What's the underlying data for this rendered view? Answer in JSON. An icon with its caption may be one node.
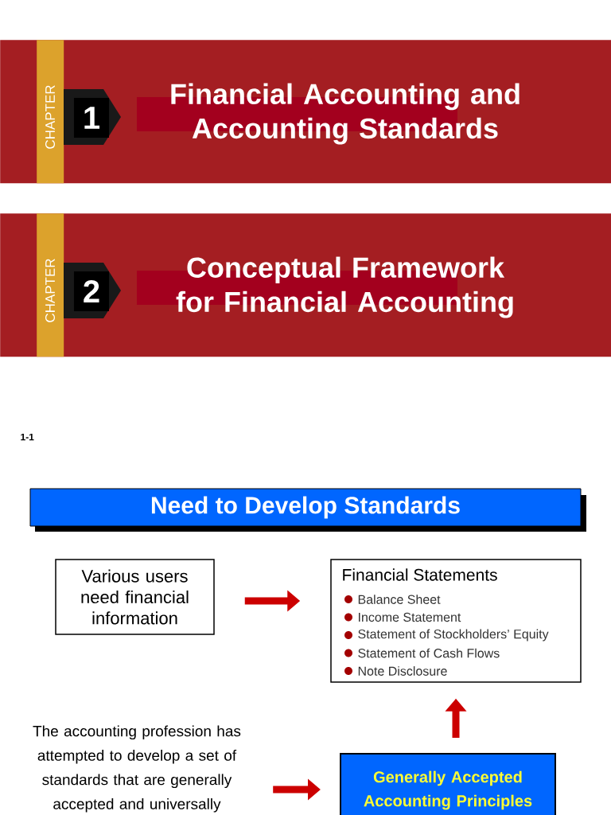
{
  "diagram": {
    "nodes": [
      {
        "text": [
          "Financial Accounting and Accounting Standards"
        ]
      },
      {
        "text": [
          "CHAPTER"
        ],
        "in": 0
      },
      {
        "text": [
          "1"
        ],
        "in": 0
      },
      {
        "text": [
          "Conceptual Framework for Financial Accounting"
        ]
      },
      {
        "text": [
          "CHAPTER"
        ],
        "in": 3
      },
      {
        "text": [
          "2"
        ],
        "in": 3
      },
      {
        "text": [
          "Need to Develop Standards"
        ]
      },
      {
        "text": [
          "Various users need financial information"
        ]
      },
      {
        "text": [
          "Financial Statements",
          "Balance Sheet",
          "Income Statement",
          "Statement of Stockholders’ Equity",
          "Statement of Cash Flows",
          "Note Disclosure"
        ]
      },
      {
        "text": [
          "The accounting profession has attempted to develop a set of standards that are generally accepted and universally"
        ]
      },
      {
        "text": [
          "Generally Accepted Accounting Principles"
        ]
      }
    ],
    "edges": [
      {
        "from": 7,
        "to": 8,
        "arrow": "to"
      },
      {
        "from": 10,
        "to": 8,
        "arrow": "to"
      },
      {
        "from": 9,
        "to": 10,
        "arrow": "to"
      }
    ],
    "labels": [
      "1-1"
    ]
  }
}
